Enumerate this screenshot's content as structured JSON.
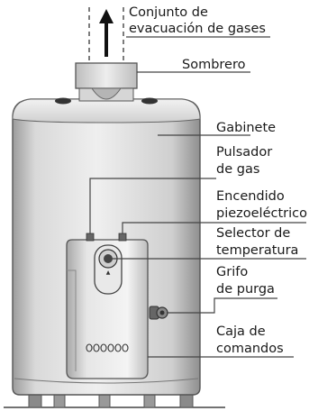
{
  "labels": {
    "evacuacion": [
      "Conjunto de",
      "evacuación de gases"
    ],
    "sombrero": [
      "Sombrero"
    ],
    "gabinete": [
      "Gabinete"
    ],
    "pulsador": [
      "Pulsador",
      "de gas"
    ],
    "encendido": [
      "Encendido",
      "piezoeléctrico"
    ],
    "selector": [
      "Selector de",
      "temperatura"
    ],
    "grifo": [
      "Grifo",
      "de purga"
    ],
    "caja": [
      "Caja de",
      "comandos"
    ]
  },
  "colors": {
    "body_light": "#ebebeb",
    "body_mid": "#c8c8c8",
    "body_dark": "#9a9a9a",
    "stroke": "#555555",
    "line": "#444444"
  }
}
